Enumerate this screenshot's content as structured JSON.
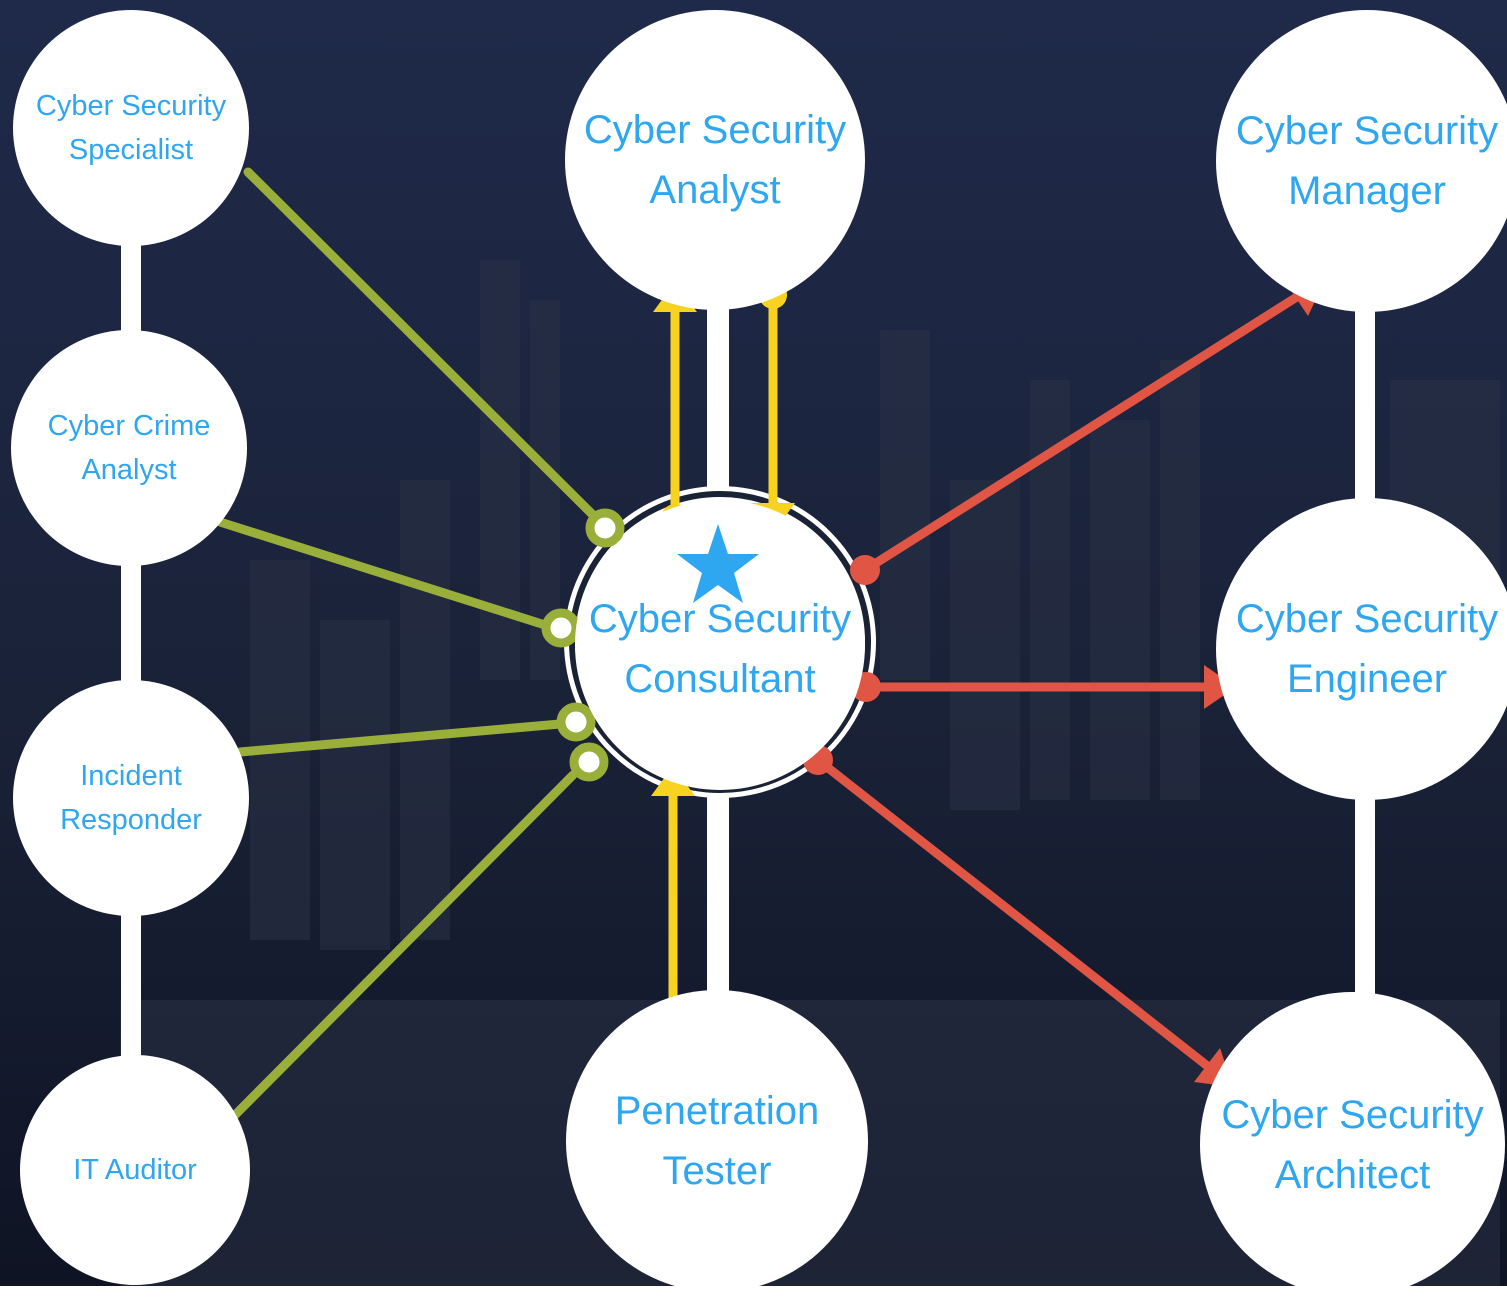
{
  "colors": {
    "background_top": "#1f2a4a",
    "background_bottom": "#0f1424",
    "node_fill": "#ffffff",
    "label_text": "#2ea6f0",
    "connector_white": "#ffffff",
    "ring": "#1a2236",
    "green_link": "#9aae3a",
    "yellow_link": "#f7d31f",
    "red_link": "#e05543",
    "star": "#2ea6f0"
  },
  "icons": {
    "center_marker": "star-icon"
  },
  "nodes": {
    "specialist": {
      "label": "Cyber Security\nSpecialist"
    },
    "crime": {
      "label": "Cyber Crime\nAnalyst"
    },
    "incident": {
      "label": "Incident\nResponder"
    },
    "auditor": {
      "label": "IT Auditor"
    },
    "analyst": {
      "label": "Cyber Security\nAnalyst"
    },
    "consultant": {
      "label": "Cyber Security\nConsultant"
    },
    "pentest": {
      "label": "Penetration\nTester"
    },
    "manager": {
      "label": "Cyber Security\nManager"
    },
    "engineer": {
      "label": "Cyber Security\nEngineer"
    },
    "architect": {
      "label": "Cyber Security\nArchitect"
    }
  }
}
